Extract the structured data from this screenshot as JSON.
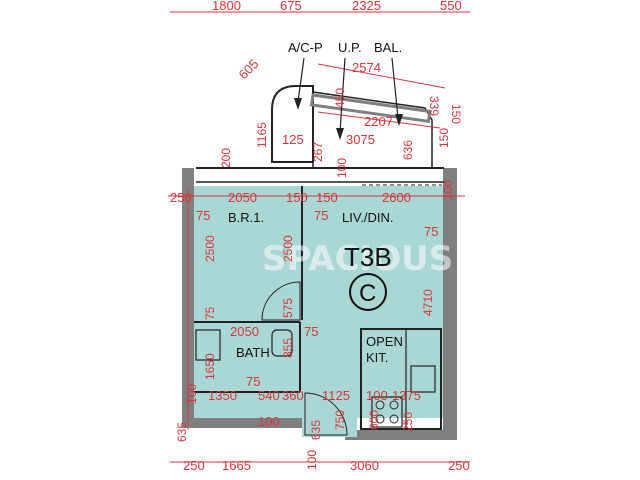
{
  "unit": {
    "code": "T3B",
    "type": "C"
  },
  "rooms": {
    "bedroom": "B.R.1.",
    "living_dining": "LIV./DIN.",
    "bath": "BATH",
    "kitchen_line1": "OPEN",
    "kitchen_line2": "KIT."
  },
  "features": {
    "ac_platform": "A/C-P",
    "utility_platform": "U.P.",
    "balcony": "BAL."
  },
  "watermark": "SPACIOUS",
  "colors": {
    "floor_fill": "#a9d7d4",
    "wall_grey": "#7f7f7f",
    "dimension_red": "#d9343a",
    "line_dark": "#222222"
  },
  "dimensions": {
    "top_row": [
      "1800",
      "675",
      "2325",
      "550"
    ],
    "bottom_row": [
      "250",
      "1665",
      "3060",
      "250"
    ],
    "balcony": [
      "605",
      "2574",
      "339",
      "150",
      "1165",
      "2207",
      "125",
      "3075",
      "200",
      "267",
      "636",
      "150",
      "100",
      "450"
    ],
    "mid_row": [
      "250",
      "2050",
      "150",
      "150",
      "2600",
      "100"
    ],
    "interior": [
      "75",
      "75",
      "75",
      "2500",
      "2500",
      "4710",
      "75",
      "2050",
      "75",
      "575",
      "855",
      "1650",
      "75",
      "1350",
      "540",
      "360",
      "1125",
      "100",
      "1375",
      "100",
      "635",
      "750",
      "250",
      "600",
      "635",
      "100",
      "100"
    ]
  }
}
